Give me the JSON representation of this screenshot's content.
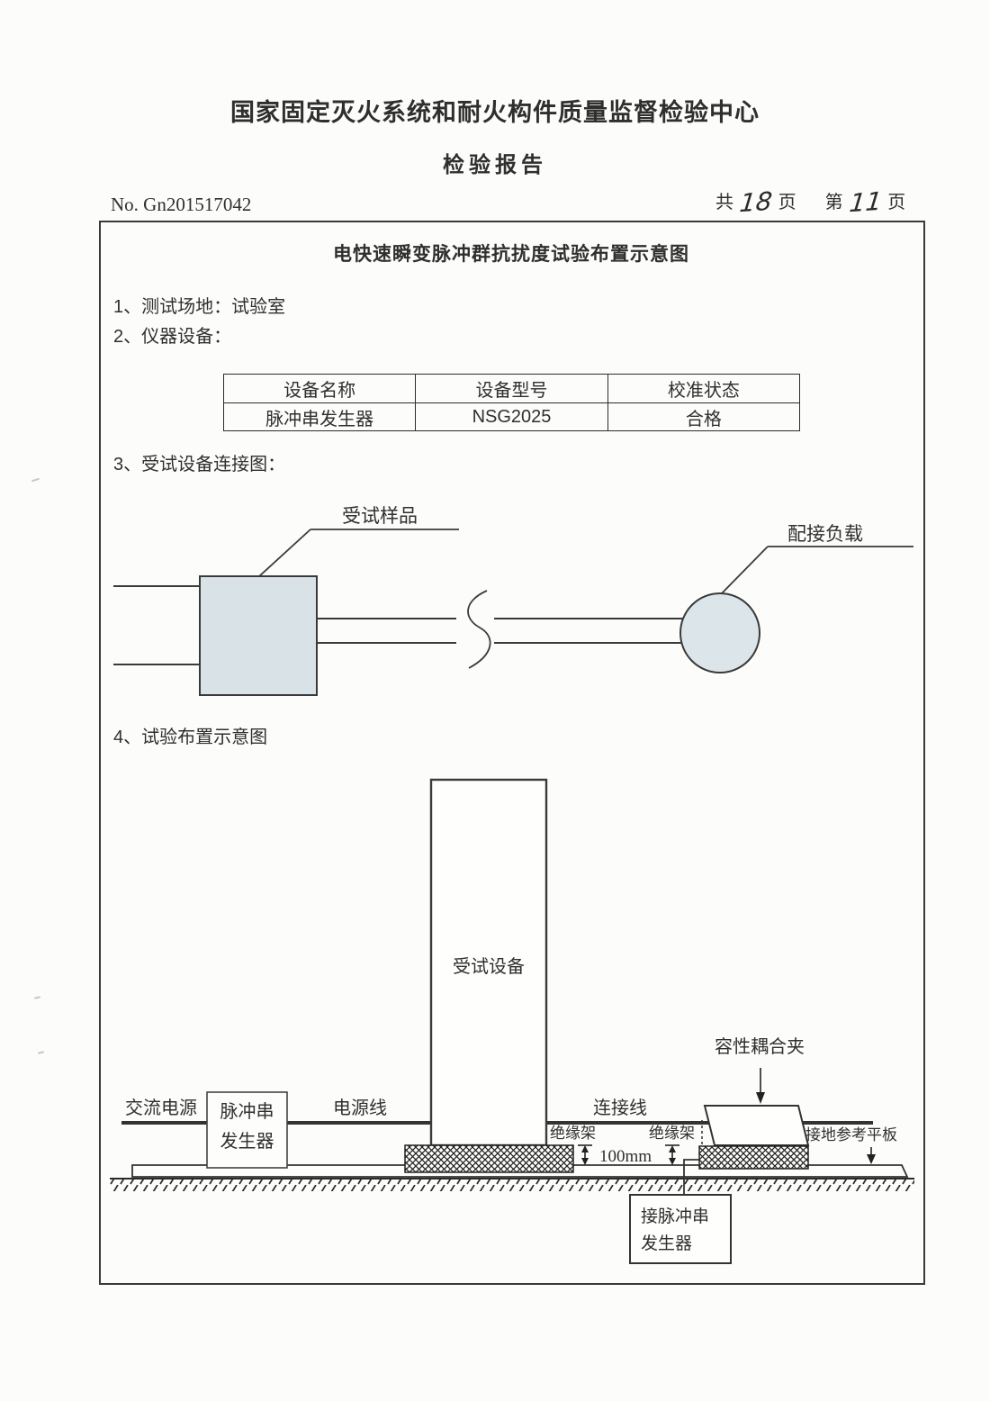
{
  "header": {
    "org_title": "国家固定灭火系统和耐火构件质量监督检验中心",
    "report_title": "检验报告",
    "report_no": "No. Gn201517042",
    "pagination": {
      "total_prefix": "共",
      "total_pages": "18",
      "total_suffix": "页",
      "current_prefix": "第",
      "current_page": "11",
      "current_suffix": "页"
    }
  },
  "report": {
    "diagram_title": "电快速瞬变脉冲群抗扰度试验布置示意图",
    "items": {
      "item1": "1、测试场地：试验室",
      "item2": "2、仪器设备：",
      "item3": "3、受试设备连接图：",
      "item4": "4、试验布置示意图"
    },
    "equipment_table": {
      "headers": [
        "设备名称",
        "设备型号",
        "校准状态"
      ],
      "row": [
        "脉冲串发生器",
        "NSG2025",
        "合格"
      ]
    },
    "connection_diagram": {
      "sample_label": "受试样品",
      "load_label": "配接负载"
    },
    "layout_diagram": {
      "ac_power_label": "交流电源",
      "generator_label_line1": "脉冲串",
      "generator_label_line2": "发生器",
      "power_line_label": "电源线",
      "eut_label": "受试设备",
      "connection_line_label": "连接线",
      "insulation_support_label_left": "绝缘架",
      "insulation_support_label_right": "绝缘架",
      "height_dimension": "100mm",
      "coupling_clamp_label": "容性耦合夹",
      "ground_plane_label": "接地参考平板",
      "to_generator_label_line1": "接脉冲串",
      "to_generator_label_line2": "发生器"
    }
  },
  "colors": {
    "ink": "#2f2f2f",
    "sample_box_fill": "#d9e2e6",
    "load_circle_fill": "#dce5e9",
    "paper": "#fcfcfa"
  }
}
